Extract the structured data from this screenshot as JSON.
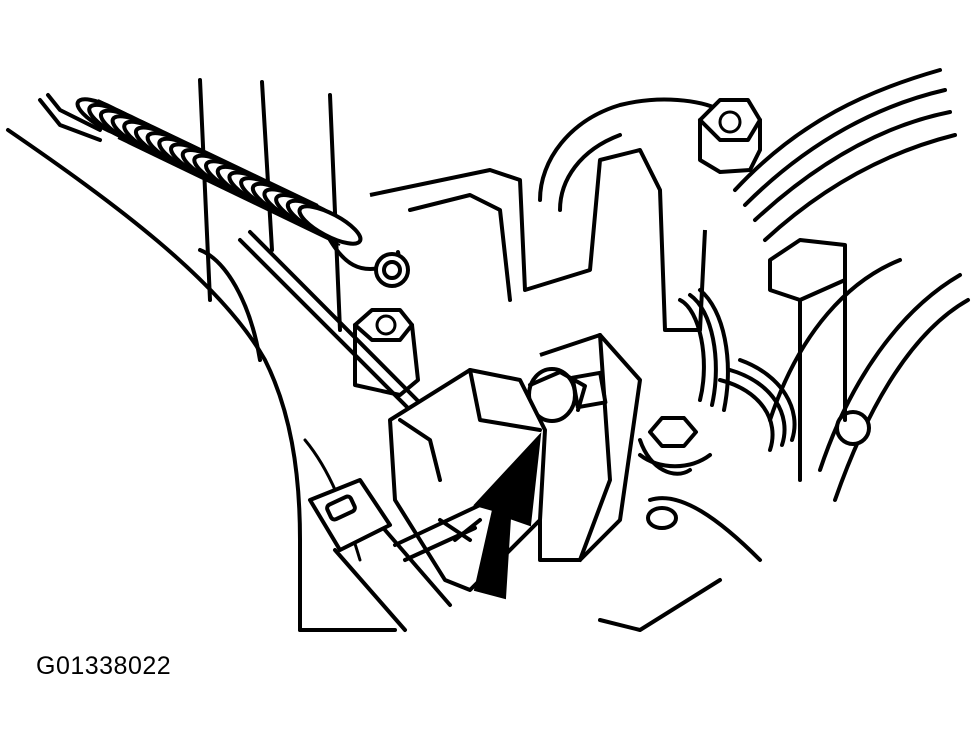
{
  "figure": {
    "code": "G01338022"
  },
  "colors": {
    "line": "#000000",
    "background": "#ffffff",
    "arrow": "#000000"
  },
  "arrow_count": 1,
  "spring_coil_count": 20
}
